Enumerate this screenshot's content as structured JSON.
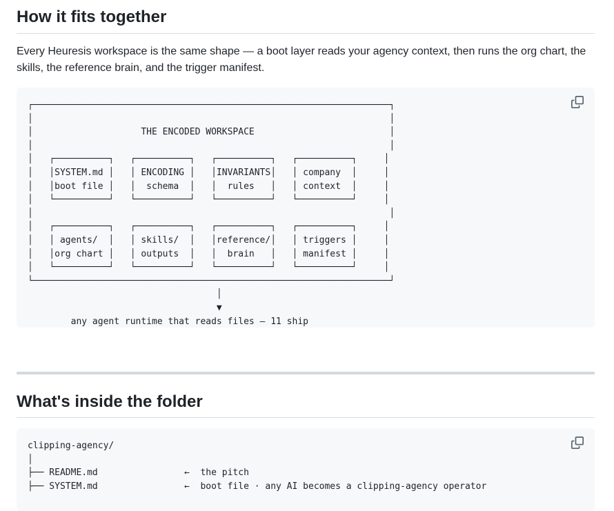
{
  "section1": {
    "heading": "How it fits together",
    "intro": "Every Heuresis workspace is the same shape — a boot layer reads your agency context, then runs the org chart, the skills, the reference brain, and the trigger manifest.",
    "diagram": "┌──────────────────────────────────────────────────────────────────┐\n│                                                                  │\n│                    THE ENCODED WORKSPACE                         │\n│                                                                  │\n│   ┌──────────┐   ┌──────────┐   ┌──────────┐   ┌──────────┐     │\n│   │SYSTEM.md │   │ ENCODING │   │INVARIANTS│   │ company  │     │\n│   │boot file │   │  schema  │   │  rules   │   │ context  │     │\n│   └──────────┘   └──────────┘   └──────────┘   └──────────┘     │\n│                                                                  │\n│   ┌──────────┐   ┌──────────┐   ┌──────────┐   ┌──────────┐     │\n│   │ agents/  │   │ skills/  │   │reference/│   │ triggers │     │\n│   │org chart │   │ outputs  │   │  brain   │   │ manifest │     │\n│   └──────────┘   └──────────┘   └──────────┘   └──────────┘     │\n└──────────────────────────────────────────────────────────────────┘\n                                   │\n                                   ▼\n        any agent runtime that reads files — 11 ship"
  },
  "section2": {
    "heading": "What's inside the folder",
    "tree": "clipping-agency/\n│\n├── README.md                ←  the pitch\n├── SYSTEM.md                ←  boot file · any AI becomes a clipping-agency operator"
  },
  "icons": {
    "copy": "copy-icon"
  },
  "colors": {
    "code_bg": "#f6f8fa",
    "divider": "#d1d9e0",
    "text": "#1f2328",
    "icon": "#59636e"
  }
}
